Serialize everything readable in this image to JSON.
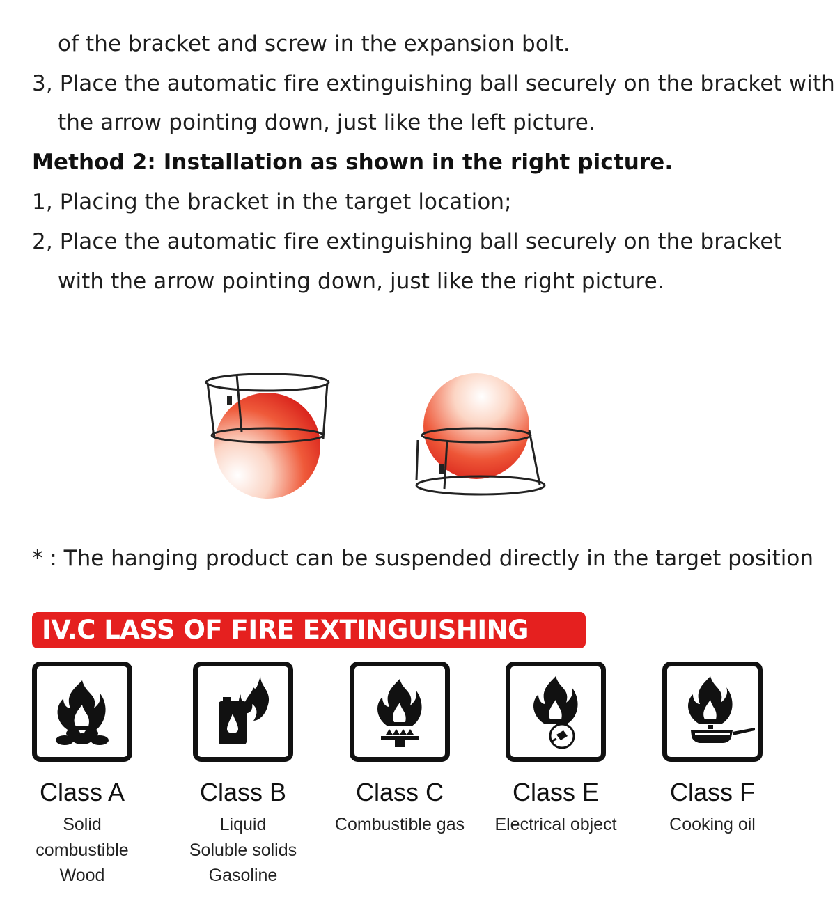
{
  "instructions": {
    "lines": [
      "of the bracket and screw in the expansion bolt.",
      "3, Place the automatic fire extinguishing ball securely on the bracket with",
      "the arrow pointing down, just like the left picture.",
      "Method 2: Installation as shown in the right picture.",
      "1, Placing the bracket in the target location;",
      "2, Place the automatic fire extinguishing ball securely on the bracket",
      "with the arrow pointing down, just like the right picture."
    ]
  },
  "note": "* : The hanging product can be suspended directly in the target position",
  "section": {
    "title": "IV.C LASS OF FIRE EXTINGUISHING",
    "accent_color": "#e5201f"
  },
  "classes": [
    {
      "name": "Class A",
      "desc": [
        "Solid",
        "combustible",
        "Wood"
      ],
      "icon": "fire-wood-icon"
    },
    {
      "name": "Class B",
      "desc": [
        "Liquid",
        "Soluble solids",
        "Gasoline"
      ],
      "icon": "fire-liquid-icon"
    },
    {
      "name": "Class C",
      "desc": [
        "Combustible gas"
      ],
      "icon": "fire-gas-icon"
    },
    {
      "name": "Class E",
      "desc": [
        "Electrical object"
      ],
      "icon": "fire-electrical-icon"
    },
    {
      "name": "Class F",
      "desc": [
        "Cooking oil"
      ],
      "icon": "fire-cooking-oil-icon"
    }
  ]
}
